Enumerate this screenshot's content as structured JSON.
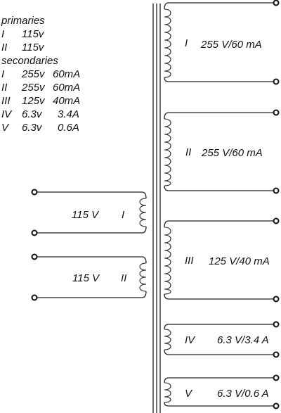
{
  "spec": {
    "primaries_heading": "primaries",
    "primaries": [
      {
        "num": "I",
        "value": "115v"
      },
      {
        "num": "II",
        "value": "115v"
      }
    ],
    "secondaries_heading": "secondaries",
    "secondaries": [
      {
        "num": "I",
        "voltage": "255v",
        "current": "60mA"
      },
      {
        "num": "II",
        "voltage": "255v",
        "current": "60mA"
      },
      {
        "num": "III",
        "voltage": "125v",
        "current": "40mA"
      },
      {
        "num": "IV",
        "voltage": "6.3v",
        "current": "3.4A"
      },
      {
        "num": "V",
        "voltage": "6.3v",
        "current": "0.6A"
      }
    ]
  },
  "primary_windings": [
    {
      "num": "I",
      "rating": "115 V"
    },
    {
      "num": "II",
      "rating": "115 V"
    }
  ],
  "secondary_windings": [
    {
      "num": "I",
      "rating": "255 V/60 mA"
    },
    {
      "num": "II",
      "rating": "255 V/60 mA"
    },
    {
      "num": "III",
      "rating": "125 V/40 mA"
    },
    {
      "num": "IV",
      "rating": "6.3 V/3.4 A"
    },
    {
      "num": "V",
      "rating": "6.3 V/0.6 A"
    }
  ]
}
